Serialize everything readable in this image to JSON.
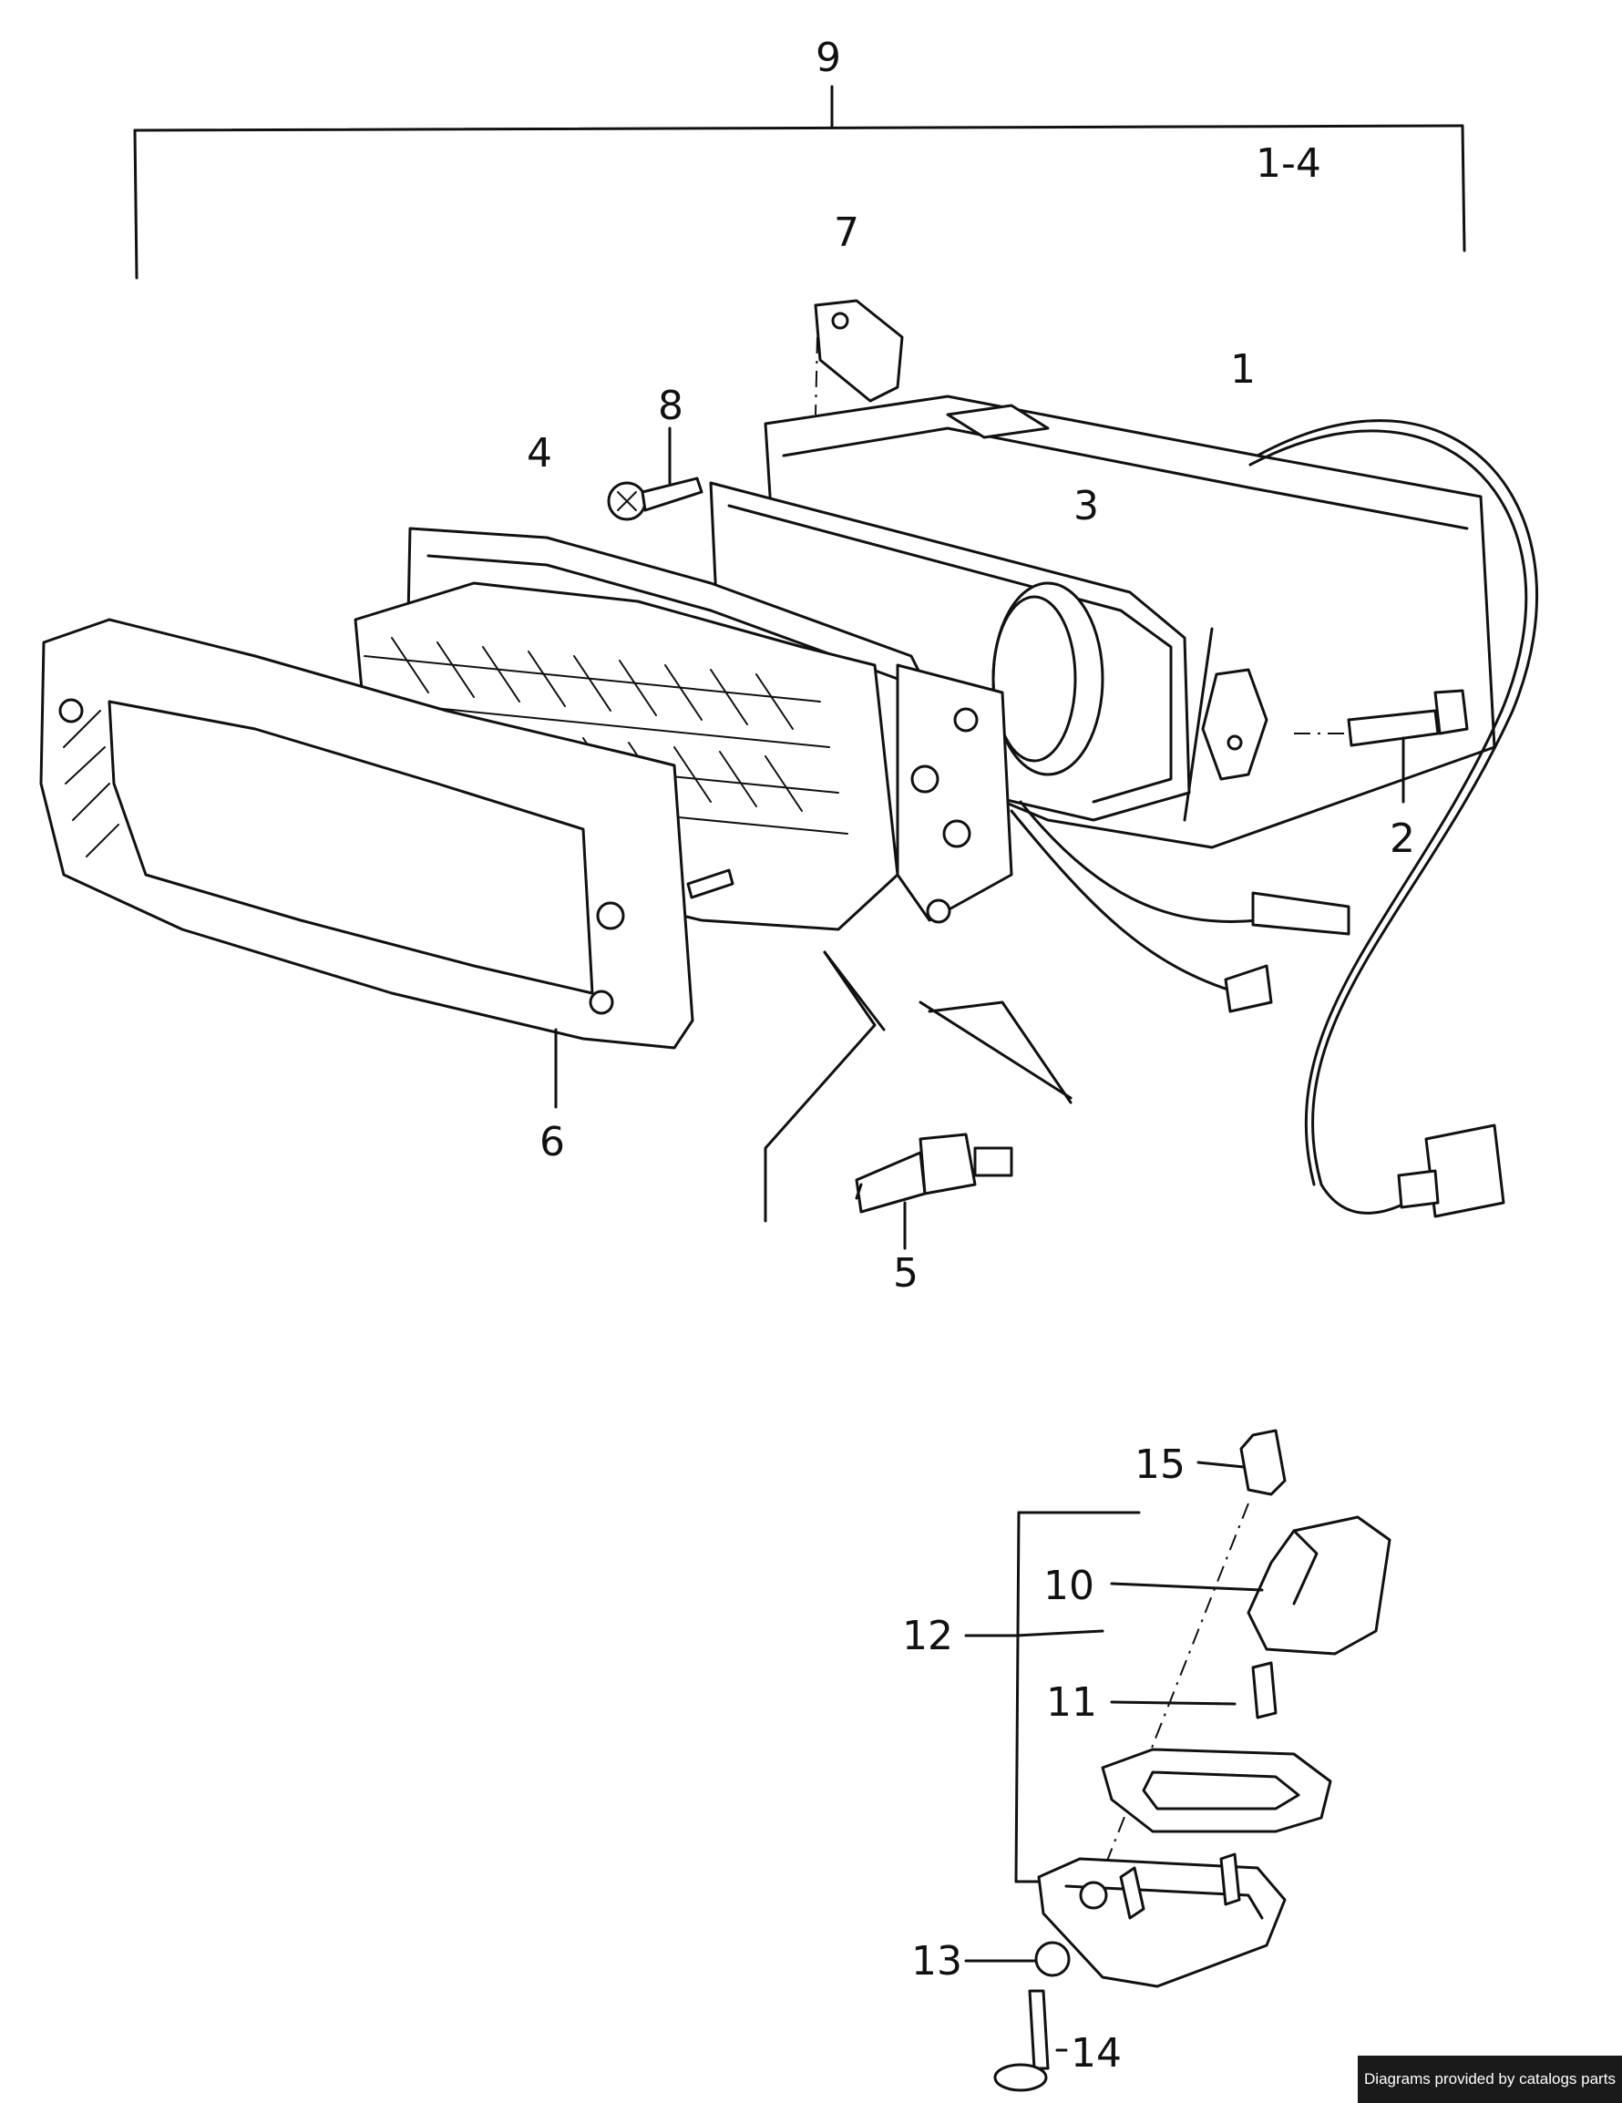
{
  "diagram": {
    "callouts": {
      "c1": "1",
      "c2": "2",
      "c3": "3",
      "c4": "4",
      "c5": "5",
      "c6": "6",
      "c7": "7",
      "c8": "8",
      "c9": "9",
      "c1to4": "1-4",
      "c10": "10",
      "c11": "11",
      "c12": "12",
      "c13": "13",
      "c14": "14",
      "c15": "15"
    }
  },
  "footer": {
    "credit": "Diagrams provided by catalogs parts"
  }
}
